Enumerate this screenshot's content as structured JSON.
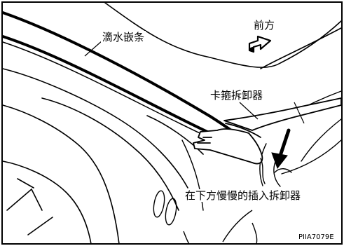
{
  "labels": {
    "drip_molding": "滴水嵌条",
    "front": "前方",
    "clip_remover": "卡箍拆卸器",
    "insert_from_below": "在下方慢慢的插入拆卸器",
    "figure_code": "PIIA7079E"
  },
  "icons": {
    "front_direction": "arrow-right-icon"
  },
  "colors": {
    "ink": "#000000",
    "paper": "#ffffff"
  }
}
